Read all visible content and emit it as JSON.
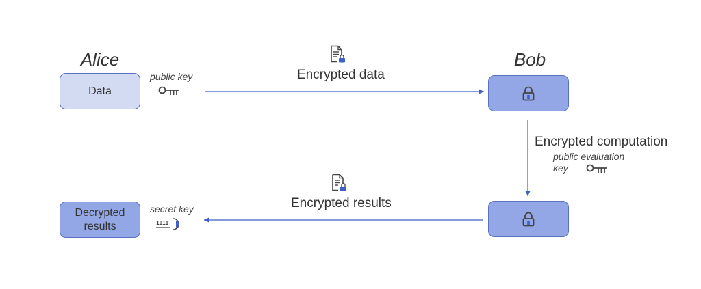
{
  "alice": {
    "name": "Alice",
    "data_box": "Data",
    "public_key_label": "public key",
    "decrypted_box": "Decrypted results",
    "secret_key_label": "secret key",
    "secret_key_bits": "1011"
  },
  "bob": {
    "name": "Bob"
  },
  "flows": {
    "encrypted_data": "Encrypted data",
    "encrypted_computation": "Encrypted computation",
    "public_evaluation_key_label": "public evaluation key",
    "encrypted_results": "Encrypted results"
  },
  "colors": {
    "arrow": "#3f5fc4",
    "box_border": "#5a71c2",
    "box_light": "#d3dbf3",
    "box_medium": "#93a7e6",
    "icon_dark": "#444444",
    "lock_accent": "#3f5fc4"
  },
  "icons": [
    "document-lock-icon",
    "key-icon",
    "lock-icon",
    "secret-key-icon"
  ]
}
